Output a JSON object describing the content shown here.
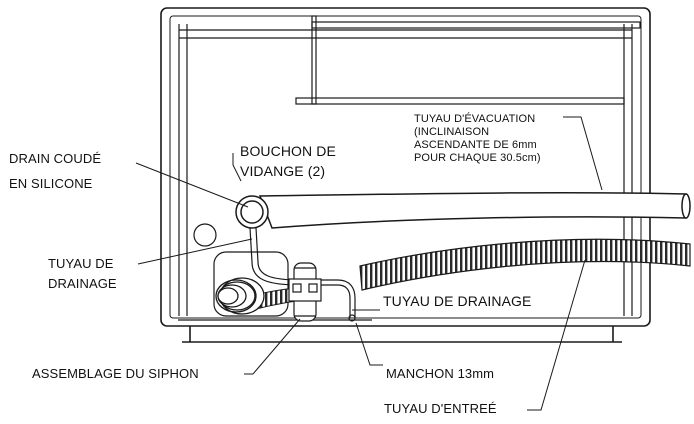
{
  "labels": {
    "drain_coude_line1": "DRAIN COUDÉ",
    "drain_coude_line2": "EN SILICONE",
    "bouchon_line1": "BOUCHON DE",
    "bouchon_line2": "VIDANGE (2)",
    "evacuation_line1": "TUYAU D'ÉVACUATION",
    "evacuation_line2": "(INCLINAISON",
    "evacuation_line3": "ASCENDANTE DE 6mm",
    "evacuation_line4": "POUR CHAQUE 30.5cm)",
    "tuyau_de_line1": "TUYAU DE",
    "tuyau_de_line2": "DRAINAGE",
    "tuyau_drainage": "TUYAU DE DRAINAGE",
    "assemblage": "ASSEMBLAGE DU SIPHON",
    "manchon": "MANCHON  13mm",
    "entree": "TUYAU D'ENTREÉ"
  },
  "colors": {
    "line": "#1a1a1a",
    "fill": "#ffffff",
    "hose": "#333333"
  }
}
